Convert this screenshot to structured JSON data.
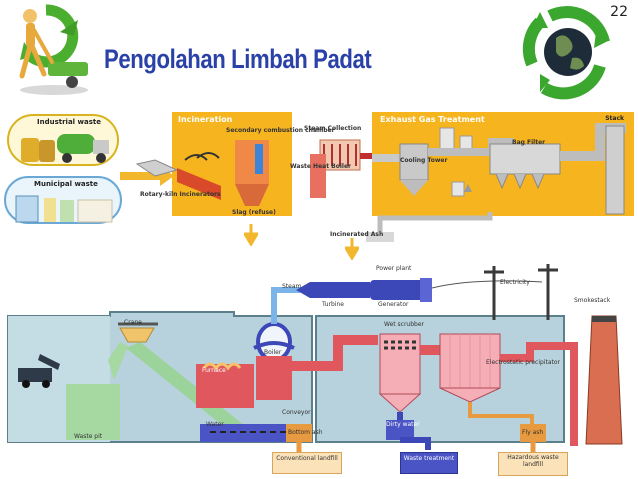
{
  "page_number": "22",
  "title": "Pengolahan Limbah Padat",
  "top_diagram": {
    "sources": {
      "industrial": "Industrial waste",
      "municipal": "Municipal waste"
    },
    "sections": {
      "incineration": "Incineration",
      "exhaust": "Exhaust Gas Treatment",
      "stack": "Stack"
    },
    "labels": {
      "secondary": "Secondary combustion chamber",
      "steam": "Steam Collection",
      "boiler": "Waste Heat Boiler",
      "kiln": "Rotary-kiln Incinerators",
      "slag": "Slag (refuse)",
      "cooling": "Cooling Tower",
      "bag": "Bag Filter",
      "ash": "Incinerated Ash"
    }
  },
  "bottom_diagram": {
    "labels": {
      "power_plant": "Power plant",
      "steam": "Steam",
      "turbine": "Turbine",
      "generator": "Generator",
      "electricity": "Electricity",
      "smokestack": "Smokestack",
      "crane": "Crane",
      "boiler": "Boiler",
      "furnace": "Furnace",
      "wet_scrubber": "Wet scrubber",
      "esp": "Electrostatic precipitator",
      "conveyor": "Conveyor",
      "water": "Water",
      "bottom_ash": "Bottom ash",
      "dirty_water": "Dirty water",
      "fly_ash": "Fly ash",
      "waste_pit": "Waste pit"
    },
    "outputs": {
      "landfill": "Conventional landfill",
      "treatment": "Waste treatment",
      "hazardous": "Hazardous waste landfill"
    }
  },
  "colors": {
    "title": "#2a41a8",
    "orange": "#f6b41f",
    "panel": "#b7d2dc",
    "red": "#e0585d",
    "blue": "#3c47b8"
  },
  "icons": [
    "recycling-person-icon",
    "recycling-globe-icon"
  ]
}
